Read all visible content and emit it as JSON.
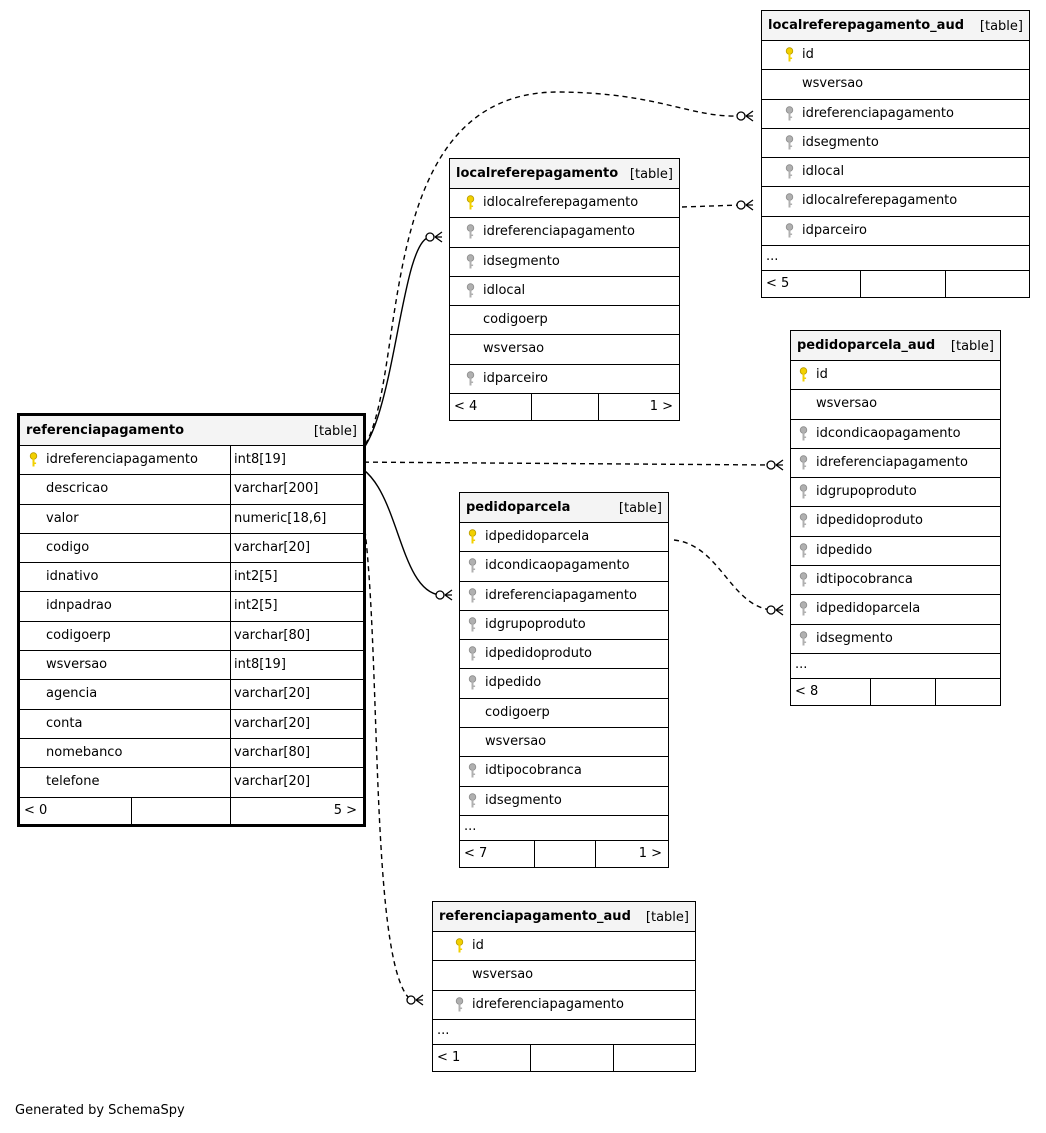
{
  "tables": [
    {
      "id": "referenciapagamento",
      "name": "referenciapagamento",
      "kind": "[table]",
      "focus": true,
      "columns": [
        {
          "name": "idreferenciapagamento",
          "type": "int8[19]",
          "key": "pk"
        },
        {
          "name": "descricao",
          "type": "varchar[200]",
          "key": ""
        },
        {
          "name": "valor",
          "type": "numeric[18,6]",
          "key": ""
        },
        {
          "name": "codigo",
          "type": "varchar[20]",
          "key": ""
        },
        {
          "name": "idnativo",
          "type": "int2[5]",
          "key": ""
        },
        {
          "name": "idnpadrao",
          "type": "int2[5]",
          "key": ""
        },
        {
          "name": "codigoerp",
          "type": "varchar[80]",
          "key": ""
        },
        {
          "name": "wsversao",
          "type": "int8[19]",
          "key": ""
        },
        {
          "name": "agencia",
          "type": "varchar[20]",
          "key": ""
        },
        {
          "name": "conta",
          "type": "varchar[20]",
          "key": ""
        },
        {
          "name": "nomebanco",
          "type": "varchar[80]",
          "key": ""
        },
        {
          "name": "telefone",
          "type": "varchar[20]",
          "key": ""
        }
      ],
      "more": "",
      "footer": {
        "parents": "< 0",
        "children": "5 >"
      }
    },
    {
      "id": "localreferepagamento",
      "name": "localreferepagamento",
      "kind": "[table]",
      "focus": false,
      "columns": [
        {
          "name": "idlocalreferepagamento",
          "type": "",
          "key": "pk"
        },
        {
          "name": "idreferenciapagamento",
          "type": "",
          "key": "fk"
        },
        {
          "name": "idsegmento",
          "type": "",
          "key": "fk"
        },
        {
          "name": "idlocal",
          "type": "",
          "key": "fk"
        },
        {
          "name": "codigoerp",
          "type": "",
          "key": ""
        },
        {
          "name": "wsversao",
          "type": "",
          "key": ""
        },
        {
          "name": "idparceiro",
          "type": "",
          "key": "fk"
        }
      ],
      "more": "",
      "footer": {
        "parents": "< 4",
        "children": "1 >"
      }
    },
    {
      "id": "localreferepagamento_aud",
      "name": "localreferepagamento_aud",
      "kind": "[table]",
      "focus": false,
      "columns": [
        {
          "name": "id",
          "type": "",
          "key": "pk"
        },
        {
          "name": "wsversao",
          "type": "",
          "key": ""
        },
        {
          "name": "idreferenciapagamento",
          "type": "",
          "key": "fk"
        },
        {
          "name": "idsegmento",
          "type": "",
          "key": "fk"
        },
        {
          "name": "idlocal",
          "type": "",
          "key": "fk"
        },
        {
          "name": "idlocalreferepagamento",
          "type": "",
          "key": "fk"
        },
        {
          "name": "idparceiro",
          "type": "",
          "key": "fk"
        }
      ],
      "more": "...",
      "footer": {
        "parents": "< 5",
        "children": ""
      }
    },
    {
      "id": "pedidoparcela",
      "name": "pedidoparcela",
      "kind": "[table]",
      "focus": false,
      "columns": [
        {
          "name": "idpedidoparcela",
          "type": "",
          "key": "pk"
        },
        {
          "name": "idcondicaopagamento",
          "type": "",
          "key": "fk"
        },
        {
          "name": "idreferenciapagamento",
          "type": "",
          "key": "fk"
        },
        {
          "name": "idgrupoproduto",
          "type": "",
          "key": "fk"
        },
        {
          "name": "idpedidoproduto",
          "type": "",
          "key": "fk"
        },
        {
          "name": "idpedido",
          "type": "",
          "key": "fk"
        },
        {
          "name": "codigoerp",
          "type": "",
          "key": ""
        },
        {
          "name": "wsversao",
          "type": "",
          "key": ""
        },
        {
          "name": "idtipocobranca",
          "type": "",
          "key": "fk"
        },
        {
          "name": "idsegmento",
          "type": "",
          "key": "fk"
        }
      ],
      "more": "...",
      "footer": {
        "parents": "< 7",
        "children": "1 >"
      }
    },
    {
      "id": "pedidoparcela_aud",
      "name": "pedidoparcela_aud",
      "kind": "[table]",
      "focus": false,
      "columns": [
        {
          "name": "id",
          "type": "",
          "key": "pk"
        },
        {
          "name": "wsversao",
          "type": "",
          "key": ""
        },
        {
          "name": "idcondicaopagamento",
          "type": "",
          "key": "fk"
        },
        {
          "name": "idreferenciapagamento",
          "type": "",
          "key": "fk"
        },
        {
          "name": "idgrupoproduto",
          "type": "",
          "key": "fk"
        },
        {
          "name": "idpedidoproduto",
          "type": "",
          "key": "fk"
        },
        {
          "name": "idpedido",
          "type": "",
          "key": "fk"
        },
        {
          "name": "idtipocobranca",
          "type": "",
          "key": "fk"
        },
        {
          "name": "idpedidoparcela",
          "type": "",
          "key": "fk"
        },
        {
          "name": "idsegmento",
          "type": "",
          "key": "fk"
        }
      ],
      "more": "...",
      "footer": {
        "parents": "< 8",
        "children": ""
      }
    },
    {
      "id": "referenciapagamento_aud",
      "name": "referenciapagamento_aud",
      "kind": "[table]",
      "focus": false,
      "columns": [
        {
          "name": "id",
          "type": "",
          "key": "pk"
        },
        {
          "name": "wsversao",
          "type": "",
          "key": ""
        },
        {
          "name": "idreferenciapagamento",
          "type": "",
          "key": "fk"
        }
      ],
      "more": "...",
      "footer": {
        "parents": "< 1",
        "children": ""
      }
    }
  ],
  "relationships": [
    {
      "from": "referenciapagamento.idreferenciapagamento",
      "to": "localreferepagamento.idreferenciapagamento",
      "style": "solid"
    },
    {
      "from": "referenciapagamento.idreferenciapagamento",
      "to": "pedidoparcela.idreferenciapagamento",
      "style": "solid"
    },
    {
      "from": "referenciapagamento.idreferenciapagamento",
      "to": "localreferepagamento_aud.idreferenciapagamento",
      "style": "dashed"
    },
    {
      "from": "referenciapagamento.idreferenciapagamento",
      "to": "pedidoparcela_aud.idreferenciapagamento",
      "style": "dashed"
    },
    {
      "from": "referenciapagamento.idreferenciapagamento",
      "to": "referenciapagamento_aud.idreferenciapagamento",
      "style": "dashed"
    },
    {
      "from": "localreferepagamento.idlocalreferepagamento",
      "to": "localreferepagamento_aud.idlocalreferepagamento",
      "style": "dashed"
    },
    {
      "from": "pedidoparcela.idpedidoparcela",
      "to": "pedidoparcela_aud.idpedidoparcela",
      "style": "dashed"
    }
  ],
  "colors": {
    "primary_key": "#f2d000",
    "foreign_key": "#b0b0b0",
    "header_bg": "#f4f4f4"
  },
  "footer_text": "Generated by SchemaSpy"
}
